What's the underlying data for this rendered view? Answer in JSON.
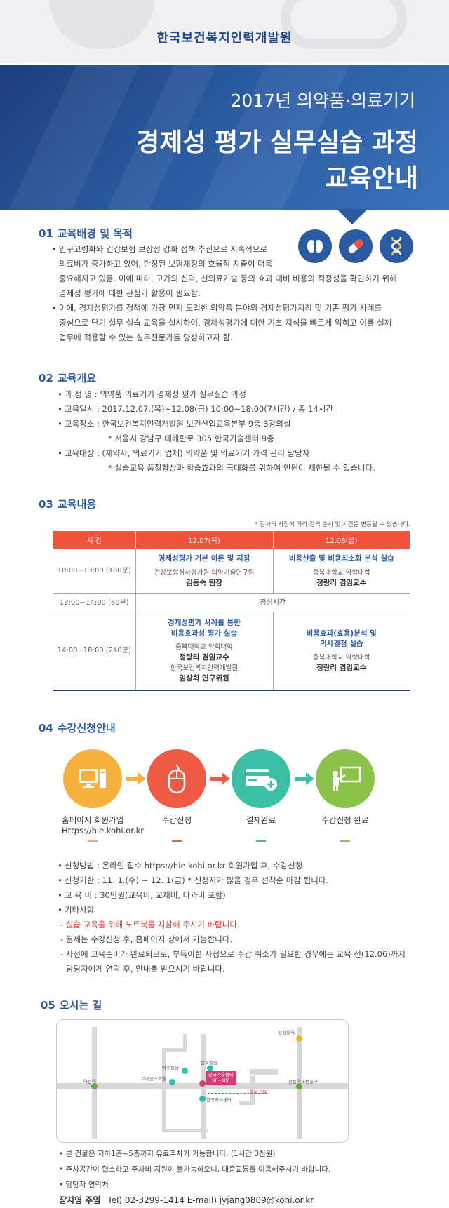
{
  "header": {
    "org": "한국보건복지인력개발원",
    "title_line1": "2017년 의약품·의료기기",
    "title_line2": "경제성 평가 실무실습 과정",
    "title_line3": "교육안내"
  },
  "icons": [
    "kidney-icon",
    "pill-icon",
    "dna-icon"
  ],
  "section1": {
    "num": "01",
    "title": "교육배경 및 목적",
    "p1": "인구고령화와 건강보험 보장성 강화 정책 추진으로 지속적으로",
    "p1b": "의료비가 증가하고 있어, 한정된 보험재정의 효율적 지출이 더욱",
    "p1c": "중요해지고 있음. 이에 따라, 고가의 신약, 신의료기술 등의 효과 대비 비용의 적정성을 확인하기 위해",
    "p1d": "경제성 평가에 대한 관심과 활용이 필요함.",
    "p2": "이에, 경제성평가를 정책에 가장 먼저 도입한 의약품 분야의 경제성평가지침 및 기존 평가 사례를",
    "p2b": "중심으로 단기 실무 실습 교육을 실시하여, 경제성평가에 대한 기초 지식을 빠르게 익히고 이를 실제",
    "p2c": "업무에 적용할 수 있는 실무전문가를 양성하고자 함."
  },
  "section2": {
    "num": "02",
    "title": "교육개요",
    "l1": "과 정 명 : 의약품·의료기기 경제성 평가 실무실습 과정",
    "l2": "교육일시 : 2017.12.07.(목)~12.08(금) 10:00~18:00(7시간) / 총 14시간",
    "l3": "교육장소 : 한국보건복지인력개발원 보건산업교육본부 9층 3강의실",
    "l3n": "* 서울시 강남구 테헤란로 305 한국기술센터 9층",
    "l4": "교육대상 : (제약사, 의료기기 업체) 의약품 및 의료기기 가격 관리 담당자",
    "l4n": "* 실습교육 품질향상과 학습효과의 극대화를 위하여 인원이 제한될 수 있습니다."
  },
  "section3": {
    "num": "03",
    "title": "교육내용",
    "note": "* 강사의 사정에 따라 강의 순서 및 시간은 변동될 수 있습니다.",
    "headers": [
      "시  간",
      "12.07(목)",
      "12.08(금)"
    ],
    "row1": {
      "time": "10:00~13:00 (180분)",
      "d1_title": "경제성평가 기본 이론 및 지침",
      "d1_inst": "건강보험심사평가원 의약기술연구팀",
      "d1_name": "김동숙 팀장",
      "d2_title": "비용산출 및 비용최소화 분석 실습",
      "d2_inst": "충북대학교 약학대학",
      "d2_name": "정랑리 겸임교수"
    },
    "row2": {
      "time": "13:00~14:00 (60분)",
      "lunch": "점심시간"
    },
    "row3": {
      "time": "14:00~18:00 (240분)",
      "d1_title1": "경제성평가 사례를 통한",
      "d1_title2": "비용효과성 평가 실습",
      "d1_inst1": "충북대학교 약학대학",
      "d1_name1": "정랑리 겸임교수",
      "d1_inst2": "한국보건복지인력개발원",
      "d1_name2": "임상희 연구위원",
      "d2_title1": "비용효과(효용)분석 및",
      "d2_title2": "의사결정 실습",
      "d2_inst": "충북대학교 약학대학",
      "d2_name": "정랑리 겸임교수"
    }
  },
  "section4": {
    "num": "04",
    "title": "수강신청안내",
    "steps": [
      {
        "label": "홈페이지 회원가입",
        "sub": "Https://hie.kohi.or.kr",
        "color": "#f6b13f"
      },
      {
        "label": "수강신청",
        "sub": "",
        "color": "#ef5a45"
      },
      {
        "label": "결제완료",
        "sub": "",
        "color": "#3dbfa5"
      },
      {
        "label": "수강신청 완료",
        "sub": "",
        "color": "#8bc34a"
      }
    ],
    "l1": "신청방법 : 온라인 접수 https://hie.kohi.or.kr 회원가입 후, 수강신청",
    "l2": "신청기한 : 11. 1.(수) ~ 12. 1(금) * 신청자가 많을 경우 선착순 마감 됩니다.",
    "l3": "교  육  비 : 30만원(교육비, 교재비, 다과비 포함)",
    "l4": "기타사항",
    "e1": "- 실습 교육을 위해 노트북을 지참해 주시기 바랍니다.",
    "e2": "- 결제는 수강신청 후, 홈페이지 상에서 가능합니다.",
    "e3": "- 사전에 교육준비가 완료되므로, 부득이한 사정으로 수강 취소가 필요한 경우에는 교육 전(12.06)까지",
    "e3b": "담당자에게 연락 후, 안내를 받으시기 바랍니다."
  },
  "section5": {
    "num": "05",
    "title": "오시는 길",
    "map": {
      "station1": "역삼역",
      "station2": "선릉역 5번출구",
      "station3": "선정릉역",
      "place1": "아주빌딩",
      "place2": "르네상스호텔",
      "place3": "삼복빌딩",
      "target": "한국기술센터",
      "target_floor": "9F~10F",
      "place4": "한국지식센터",
      "walk": "도보 5분"
    },
    "b1": "• 본 건물은 지하1층~5층까지 유료주차가 가능합니다. (1시간 3천원)",
    "b2": "• 주차공간이 협소하고 주차비 지원이 불가능하오니, 대중교통을 이용해주시기 바랍니다.",
    "b3": "• 담당자 연락처",
    "contact_name": "장지영 주임",
    "contact_info": "Tel) 02-3299-1414   E-mail) jyjang0809@kohi.or.kr"
  }
}
